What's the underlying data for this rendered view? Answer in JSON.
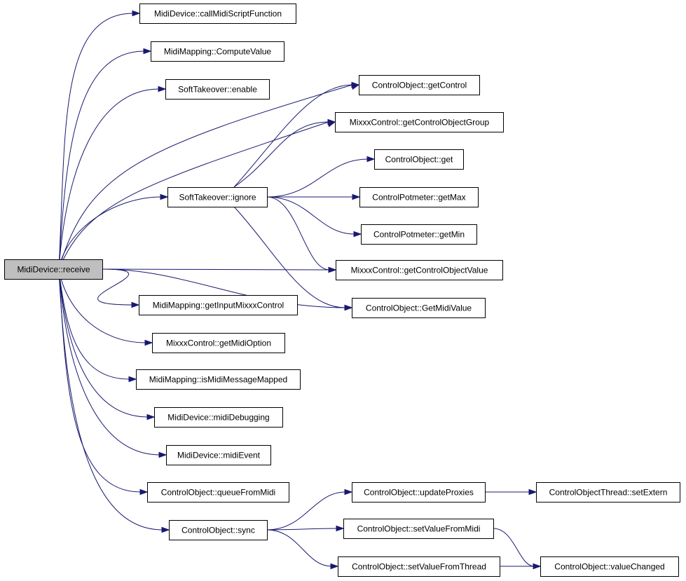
{
  "colors": {
    "edge": "#191970",
    "root_fill": "#bfbfbf",
    "node_fill": "#ffffff",
    "border": "#000000"
  },
  "nodes": [
    {
      "id": "receive",
      "label": "MidiDevice::receive"
    },
    {
      "id": "callMidiScriptFunction",
      "label": "MidiDevice::callMidiScriptFunction"
    },
    {
      "id": "computeValue",
      "label": "MidiMapping::ComputeValue"
    },
    {
      "id": "stEnable",
      "label": "SoftTakeover::enable"
    },
    {
      "id": "stIgnore",
      "label": "SoftTakeover::ignore"
    },
    {
      "id": "getInputMixxxControl",
      "label": "MidiMapping::getInputMixxxControl"
    },
    {
      "id": "getMidiOption",
      "label": "MixxxControl::getMidiOption"
    },
    {
      "id": "isMidiMessageMapped",
      "label": "MidiMapping::isMidiMessageMapped"
    },
    {
      "id": "midiDebugging",
      "label": "MidiDevice::midiDebugging"
    },
    {
      "id": "midiEvent",
      "label": "MidiDevice::midiEvent"
    },
    {
      "id": "queueFromMidi",
      "label": "ControlObject::queueFromMidi"
    },
    {
      "id": "sync",
      "label": "ControlObject::sync"
    },
    {
      "id": "getControl",
      "label": "ControlObject::getControl"
    },
    {
      "id": "getControlObjectGroup",
      "label": "MixxxControl::getControlObjectGroup"
    },
    {
      "id": "coGet",
      "label": "ControlObject::get"
    },
    {
      "id": "getMax",
      "label": "ControlPotmeter::getMax"
    },
    {
      "id": "getMin",
      "label": "ControlPotmeter::getMin"
    },
    {
      "id": "getControlObjectValue",
      "label": "MixxxControl::getControlObjectValue"
    },
    {
      "id": "getMidiValue",
      "label": "ControlObject::GetMidiValue"
    },
    {
      "id": "updateProxies",
      "label": "ControlObject::updateProxies"
    },
    {
      "id": "setValueFromMidi",
      "label": "ControlObject::setValueFromMidi"
    },
    {
      "id": "setValueFromThread",
      "label": "ControlObject::setValueFromThread"
    },
    {
      "id": "setExtern",
      "label": "ControlObjectThread::setExtern"
    },
    {
      "id": "valueChanged",
      "label": "ControlObject::valueChanged"
    }
  ],
  "edges": [
    {
      "from": "receive",
      "to": "callMidiScriptFunction"
    },
    {
      "from": "receive",
      "to": "computeValue"
    },
    {
      "from": "receive",
      "to": "stEnable"
    },
    {
      "from": "receive",
      "to": "getControl"
    },
    {
      "from": "receive",
      "to": "getControlObjectGroup"
    },
    {
      "from": "receive",
      "to": "stIgnore"
    },
    {
      "from": "receive",
      "to": "getControlObjectValue"
    },
    {
      "from": "receive",
      "to": "getMidiValue"
    },
    {
      "from": "receive",
      "to": "getInputMixxxControl"
    },
    {
      "from": "receive",
      "to": "getMidiOption"
    },
    {
      "from": "receive",
      "to": "isMidiMessageMapped"
    },
    {
      "from": "receive",
      "to": "midiDebugging"
    },
    {
      "from": "receive",
      "to": "midiEvent"
    },
    {
      "from": "receive",
      "to": "queueFromMidi"
    },
    {
      "from": "receive",
      "to": "sync"
    },
    {
      "from": "stIgnore",
      "to": "getControl"
    },
    {
      "from": "stIgnore",
      "to": "getControlObjectGroup"
    },
    {
      "from": "stIgnore",
      "to": "coGet"
    },
    {
      "from": "stIgnore",
      "to": "getMax"
    },
    {
      "from": "stIgnore",
      "to": "getMin"
    },
    {
      "from": "stIgnore",
      "to": "getControlObjectValue"
    },
    {
      "from": "stIgnore",
      "to": "getMidiValue"
    },
    {
      "from": "sync",
      "to": "updateProxies"
    },
    {
      "from": "sync",
      "to": "setValueFromMidi"
    },
    {
      "from": "sync",
      "to": "setValueFromThread"
    },
    {
      "from": "updateProxies",
      "to": "setExtern"
    },
    {
      "from": "setValueFromMidi",
      "to": "valueChanged"
    },
    {
      "from": "setValueFromThread",
      "to": "valueChanged"
    }
  ]
}
